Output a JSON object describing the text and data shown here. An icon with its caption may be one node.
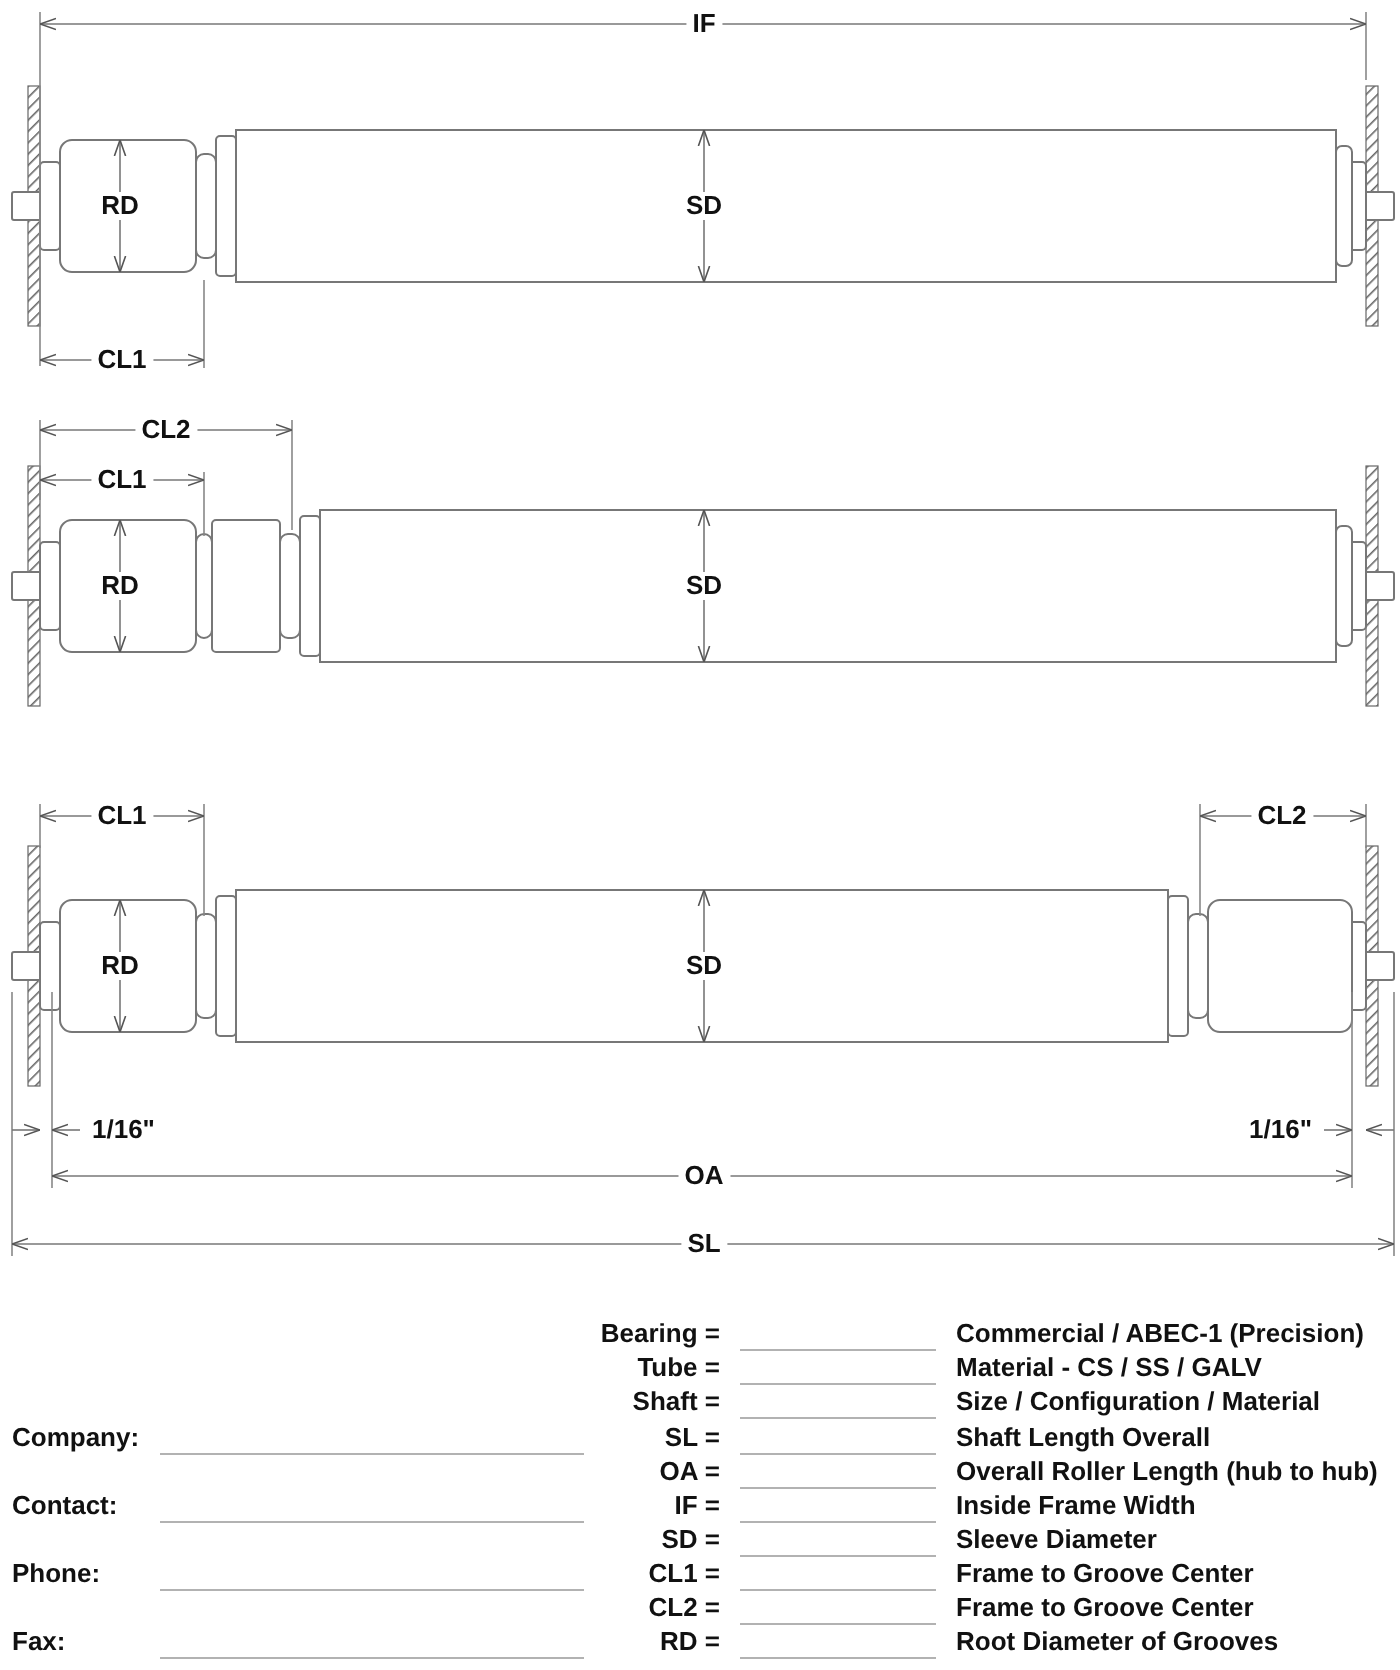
{
  "diagram": {
    "labels": [
      "IF",
      "RD",
      "SD",
      "CL1",
      "CL2",
      "CL1",
      "RD",
      "SD",
      "CL1",
      "CL2",
      "RD",
      "SD",
      "1/16\"",
      "1/16\"",
      "OA",
      "SL",
      "Bearing =",
      "Commercial / ABEC-1 (Precision)",
      "Tube =",
      "Material - CS / SS / GALV",
      "Shaft =",
      "Size / Configuration / Material",
      "Company:",
      "SL =",
      "Shaft Length Overall",
      "OA =",
      "Overall Roller Length (hub to hub)",
      "Contact:",
      "IF =",
      "Inside Frame Width",
      "SD =",
      "Sleeve Diameter",
      "Phone:",
      "CL1 =",
      "Frame to Groove Center",
      "CL2 =",
      "Frame to Groove Center",
      "Fax:",
      "RD =",
      "Root Diameter of Grooves"
    ]
  }
}
